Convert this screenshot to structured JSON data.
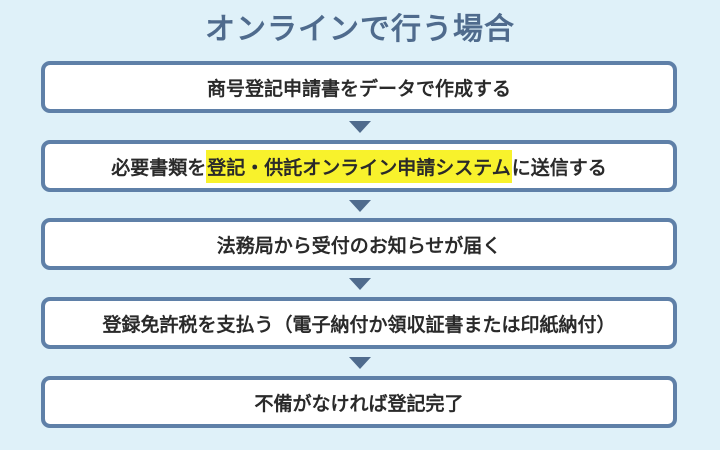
{
  "title": "オンラインで行う場合",
  "colors": {
    "background": "#dff1f9",
    "box_border": "#5f80a8",
    "title": "#4f6b8d",
    "arrow": "#4f6b8d",
    "highlight": "#f8f22c"
  },
  "steps": [
    {
      "text": "商号登記申請書をデータで作成する"
    },
    {
      "prefix": "必要書類を",
      "highlight": "登記・供託オンライン申請システム",
      "suffix": "に送信する"
    },
    {
      "text": "法務局から受付のお知らせが届く"
    },
    {
      "text": "登録免許税を支払う（電子納付か領収証書または印紙納付）"
    },
    {
      "text": "不備がなければ登記完了"
    }
  ]
}
